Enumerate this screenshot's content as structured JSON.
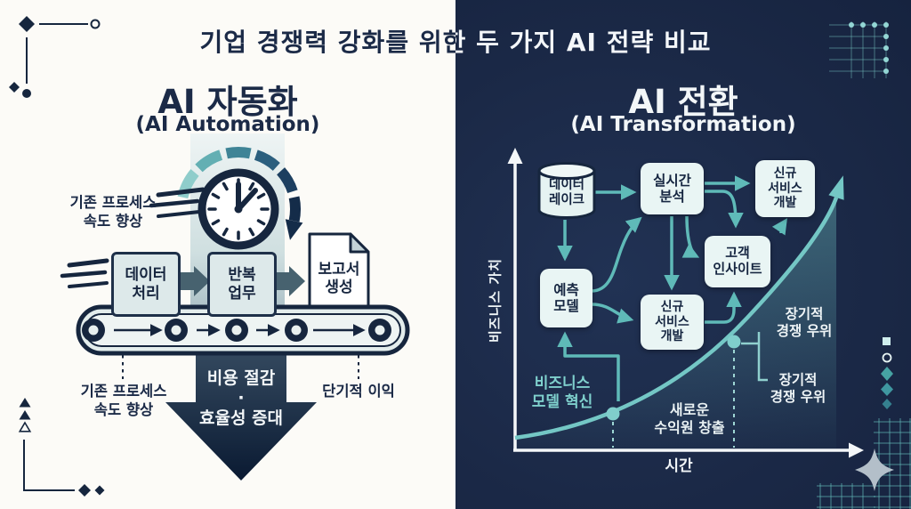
{
  "title": "기업 경쟁력 강화를 위한 두 가지 AI 전략 비교",
  "left": {
    "heading": "AI 자동화",
    "subheading": "(AI Automation)",
    "speed_label_top": "기존 프로세스\n속도 향상",
    "belt_items": [
      {
        "label": "데이터\n처리"
      },
      {
        "label": "반복\n업무"
      },
      {
        "label": "보고서\n생성"
      }
    ],
    "speed_label_bottom": "기존 프로세스\n속도 향상",
    "short_term_label": "단기적 이익",
    "down_arrow_label": "비용 절감\n·\n효율성 증대"
  },
  "right": {
    "heading": "AI 전환",
    "subheading": "(AI Transformation)",
    "y_axis_label": "비즈니스 가치",
    "x_axis_label": "시간",
    "nodes": {
      "data_lake": "데이터\n레이크",
      "realtime_analysis": "실시간\n분석",
      "new_service_dev_top": "신규\n서비스\n개발",
      "customer_insight": "고객\n인사이트",
      "prediction_model": "예측\n모델",
      "new_service_dev_bottom": "신규\n서비스\n개발"
    },
    "annotations": {
      "business_model_innovation": "비즈니스\n모델 혁신",
      "new_revenue_creation": "새로운\n수익원 창출",
      "long_term_advantage_1": "장기적\n경쟁 우위",
      "long_term_advantage_2": "장기적\n경쟁 우위"
    }
  },
  "icons": {
    "clock": "timer-clock-icon",
    "gauge_arc": "speed-gauge-arrow-icon",
    "speed_lines": "motion-lines-icon",
    "conveyor": "conveyor-belt-icon",
    "document": "document-icon",
    "down_arrow": "big-down-arrow-icon",
    "database": "database-cylinder-icon",
    "growth_curve": "exponential-growth-curve-icon",
    "sparkle": "sparkle-icon"
  },
  "colors": {
    "navy": "#1b2a47",
    "panel_light_bg": "#fcfbf7",
    "panel_dark_bg": "#1c2a49",
    "teal_accent": "#6fc6c4",
    "node_bg": "#e9f5f4",
    "white_text": "#f2f6f8"
  }
}
